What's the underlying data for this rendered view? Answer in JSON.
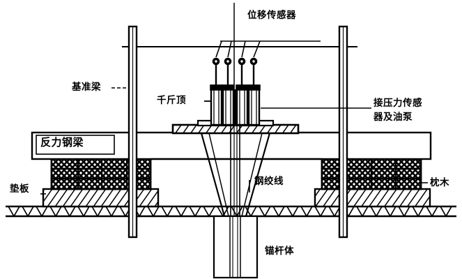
{
  "figure": {
    "kind": "engineering-section-diagram",
    "subject": "anchor-rod pull-out test setup",
    "ink_color": "#000000",
    "background_color": "#ffffff"
  },
  "labels": {
    "displacement_sensor": "位移传感器",
    "reference_beam": "基准梁",
    "jack": "千斤顶",
    "pressure_sensor_and_pump_line1": "接压力传感",
    "pressure_sensor_and_pump_line2": "器及油泵",
    "reaction_steel_beam": "反力钢梁",
    "bearing_plate": "垫板",
    "steel_strand": "钢绞线",
    "sleeper_timber": "枕木",
    "anchor_rod_body": "锚杆体"
  },
  "parts": {
    "reference_beam_posts": 2,
    "displacement_sensors": 4,
    "jack_cylinders": 4,
    "timber_crib_rows": 3,
    "timber_crib_stacks": 2
  }
}
